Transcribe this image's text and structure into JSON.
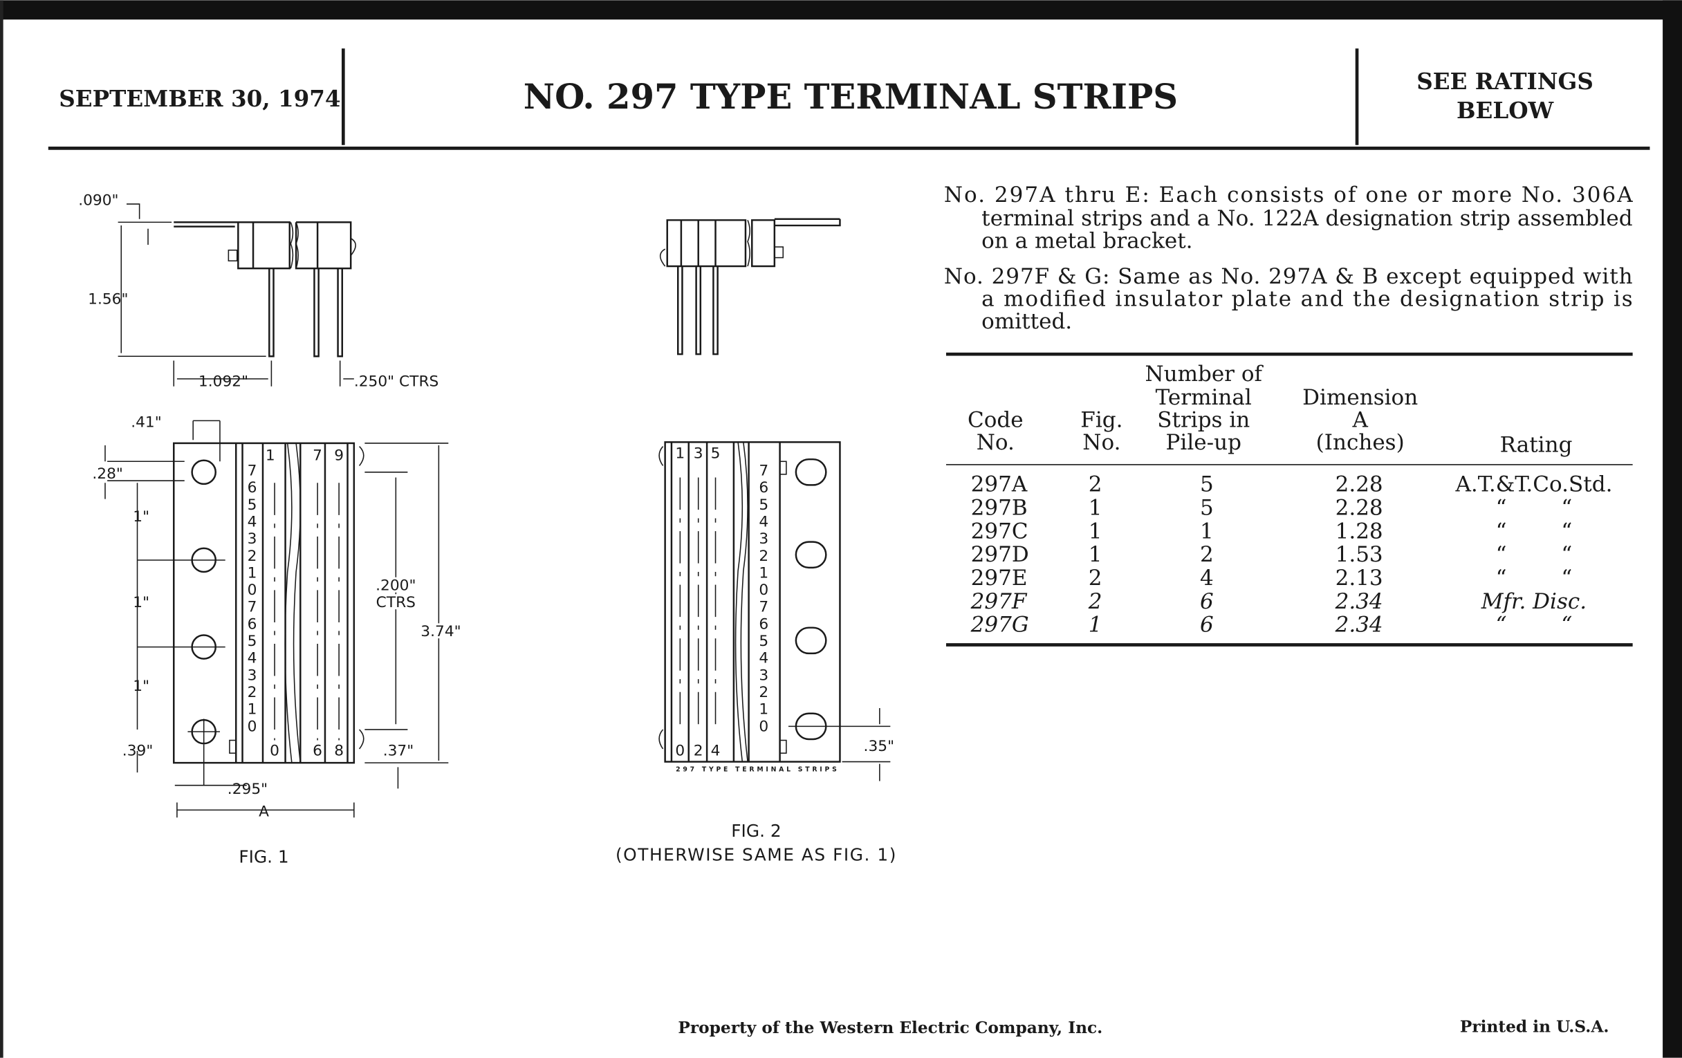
{
  "header": {
    "date": "SEPTEMBER 30, 1974",
    "title": "NO. 297 TYPE TERMINAL STRIPS",
    "ratings_note_line1": "SEE RATINGS",
    "ratings_note_line2": "BELOW"
  },
  "description": {
    "para1": [
      "No. 297A thru E: Each consists of one or more No. 306A",
      "terminal strips and a No. 122A designation strip assembled",
      "on a metal bracket."
    ],
    "para2": [
      "No. 297F & G: Same as No. 297A & B except equipped with",
      "a modified insulator plate and the designation strip is",
      "omitted."
    ]
  },
  "table": {
    "headers": {
      "code": [
        "Code",
        "No."
      ],
      "fig": [
        "Fig.",
        "No."
      ],
      "strips": [
        "Number of",
        "Terminal",
        "Strips in",
        "Pile-up"
      ],
      "dimension": [
        "Dimension",
        "A",
        "(Inches)"
      ],
      "rating": [
        "Rating"
      ]
    },
    "rows": [
      {
        "code": "297A",
        "fig": "2",
        "strips": "5",
        "dim": "2.28",
        "rating": "A.T.&T.Co.Std.",
        "ditto": false,
        "italic": false
      },
      {
        "code": "297B",
        "fig": "1",
        "strips": "5",
        "dim": "2.28",
        "rating": "“        “",
        "ditto": true,
        "italic": false
      },
      {
        "code": "297C",
        "fig": "1",
        "strips": "1",
        "dim": "1.28",
        "rating": "“        “",
        "ditto": true,
        "italic": false
      },
      {
        "code": "297D",
        "fig": "1",
        "strips": "2",
        "dim": "1.53",
        "rating": "“        “",
        "ditto": true,
        "italic": false
      },
      {
        "code": "297E",
        "fig": "2",
        "strips": "4",
        "dim": "2.13",
        "rating": "“        “",
        "ditto": true,
        "italic": false
      },
      {
        "code": "297F",
        "fig": "2",
        "strips": "6",
        "dim": "2.34",
        "rating": "Mfr. Disc.",
        "ditto": false,
        "italic": true
      },
      {
        "code": "297G",
        "fig": "1",
        "strips": "6",
        "dim": "2.34",
        "rating": "“        “",
        "ditto": true,
        "italic": true
      }
    ]
  },
  "fig1": {
    "dim_090": ".090\"",
    "dim_156": "1.56\"",
    "dim_1092": "1.092\"",
    "dim_250": ".250\" CTRS",
    "dim_41": ".41\"",
    "dim_28": ".28\"",
    "dim_1a": "1\"",
    "dim_1b": "1\"",
    "dim_1c": "1\"",
    "dim_39": ".39\"",
    "dim_295": ".295\"",
    "dim_A": "A",
    "dim_200": ".200\"",
    "dim_ctrs": "CTRS",
    "dim_374": "3.74\"",
    "dim_37": ".37\"",
    "top_numbers": [
      "1",
      "7",
      "9"
    ],
    "bottom_numbers": [
      "0",
      "6",
      "8"
    ],
    "designation": [
      "7",
      "6",
      "5",
      "4",
      "3",
      "2",
      "1",
      "0",
      "7",
      "6",
      "5",
      "4",
      "3",
      "2",
      "1",
      "0"
    ],
    "caption": "FIG. 1"
  },
  "fig2": {
    "top_numbers": [
      "1",
      "3",
      "5"
    ],
    "bottom_numbers": [
      "0",
      "2",
      "4"
    ],
    "designation": [
      "7",
      "6",
      "5",
      "4",
      "3",
      "2",
      "1",
      "0",
      "7",
      "6",
      "5",
      "4",
      "3",
      "2",
      "1",
      "0"
    ],
    "dim_35": ".35\"",
    "strip_label": "297 TYPE TERMINAL STRIPS",
    "caption_line1": "FIG. 2",
    "caption_line2": "(OTHERWISE SAME AS FIG. 1)"
  },
  "footer": {
    "property": "Property of the Western Electric Company, Inc.",
    "printed": "Printed in U.S.A."
  }
}
